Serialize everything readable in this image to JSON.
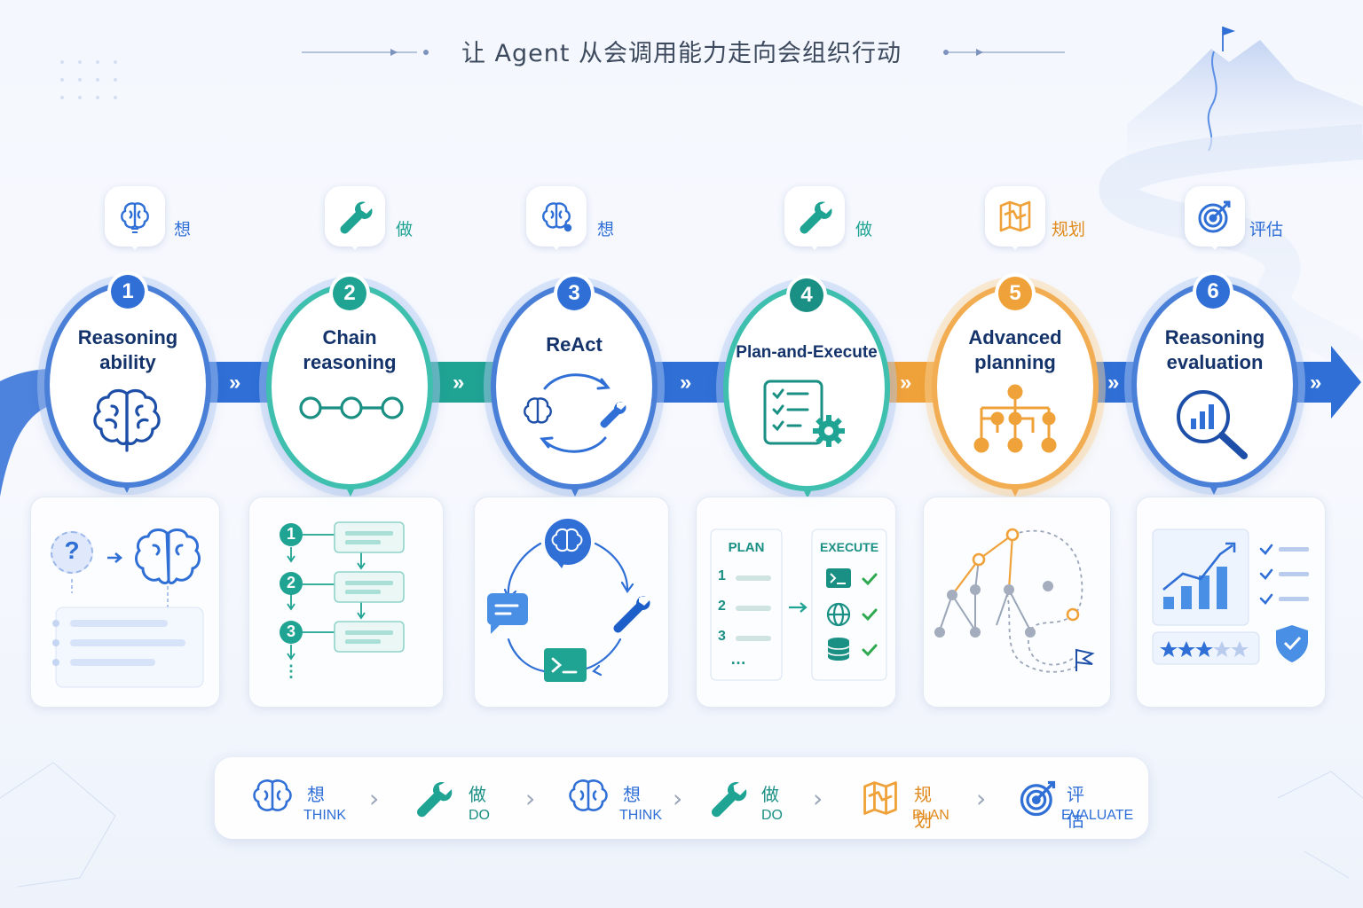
{
  "title": "让 Agent 从会调用能力走向会组织行动",
  "colors": {
    "blue": "#2f6fd6",
    "teal": "#1fa393",
    "orange": "#f0a23a",
    "navy": "#14336b"
  },
  "stages": [
    {
      "number": "1",
      "title_line1": "Reasoning",
      "title_line2": "ability",
      "bubble_label": "想",
      "bubble_icon": "brain-icon",
      "main_icon": "brain-icon"
    },
    {
      "number": "2",
      "title_line1": "Chain",
      "title_line2": "reasoning",
      "bubble_label": "做",
      "bubble_icon": "wrench-icon",
      "main_icon": "chain-icon"
    },
    {
      "number": "3",
      "title_line1": "ReAct",
      "title_line2": "",
      "bubble_label": "想",
      "bubble_icon": "brain-icon",
      "main_icon": "cycle-icon"
    },
    {
      "number": "4",
      "title_line1": "Plan-and-Execute",
      "title_line2": "",
      "bubble_label": "做",
      "bubble_icon": "wrench-icon",
      "main_icon": "checklist-gear-icon"
    },
    {
      "number": "5",
      "title_line1": "Advanced",
      "title_line2": "planning",
      "bubble_label": "规划",
      "bubble_icon": "map-icon",
      "main_icon": "tree-icon"
    },
    {
      "number": "6",
      "title_line1": "Reasoning",
      "title_line2": "evaluation",
      "bubble_label": "评估",
      "bubble_icon": "target-icon",
      "main_icon": "magnifier-chart-icon"
    }
  ],
  "cards": {
    "card1": {
      "question": "?"
    },
    "card2": {
      "steps": [
        "1",
        "2",
        "3"
      ],
      "more": "⋮"
    },
    "card4": {
      "plan_label": "PLAN",
      "execute_label": "EXECUTE",
      "steps": [
        "1",
        "2",
        "3"
      ],
      "more": "…"
    }
  },
  "bottom_flow": [
    {
      "zh": "想",
      "en": "THINK",
      "icon": "brain-icon"
    },
    {
      "zh": "做",
      "en": "DO",
      "icon": "wrench-icon"
    },
    {
      "zh": "想",
      "en": "THINK",
      "icon": "brain-icon"
    },
    {
      "zh": "做",
      "en": "DO",
      "icon": "wrench-icon"
    },
    {
      "zh": "规划",
      "en": "PLAN",
      "icon": "map-icon"
    },
    {
      "zh": "评估",
      "en": "EVALUATE",
      "icon": "target-icon"
    }
  ]
}
